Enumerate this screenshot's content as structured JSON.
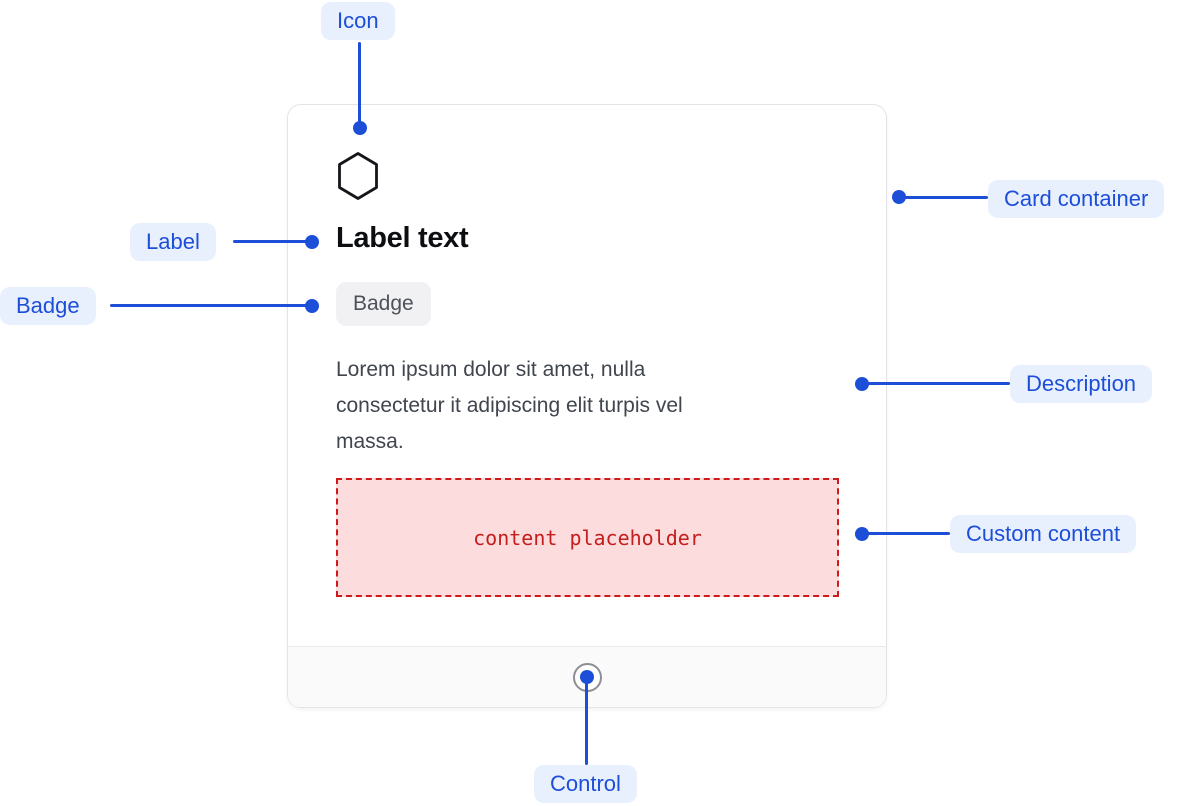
{
  "diagram": {
    "annotations": {
      "icon": {
        "label": "Icon"
      },
      "label": {
        "label": "Label"
      },
      "badge": {
        "label": "Badge"
      },
      "card_container": {
        "label": "Card container"
      },
      "description": {
        "label": "Description"
      },
      "custom_content": {
        "label": "Custom content"
      },
      "control": {
        "label": "Control"
      }
    },
    "card": {
      "icon": "hexagon-icon",
      "label_text": "Label text",
      "badge_text": "Badge",
      "description_lines": [
        "Lorem ipsum dolor sit amet, nulla",
        "consectetur it adipiscing elit turpis vel",
        "massa."
      ],
      "placeholder_text": "content placeholder"
    },
    "colors": {
      "annotation_blue": "#1d4ed8",
      "annotation_pill_bg": "#e8f0fe",
      "card_border": "#e4e4e8",
      "footer_bg": "#fafafa",
      "badge_bg": "#f1f1f3",
      "placeholder_bg": "#fcdcdc",
      "placeholder_border": "#ce1a1a",
      "placeholder_text_color": "#c41e1e"
    }
  }
}
